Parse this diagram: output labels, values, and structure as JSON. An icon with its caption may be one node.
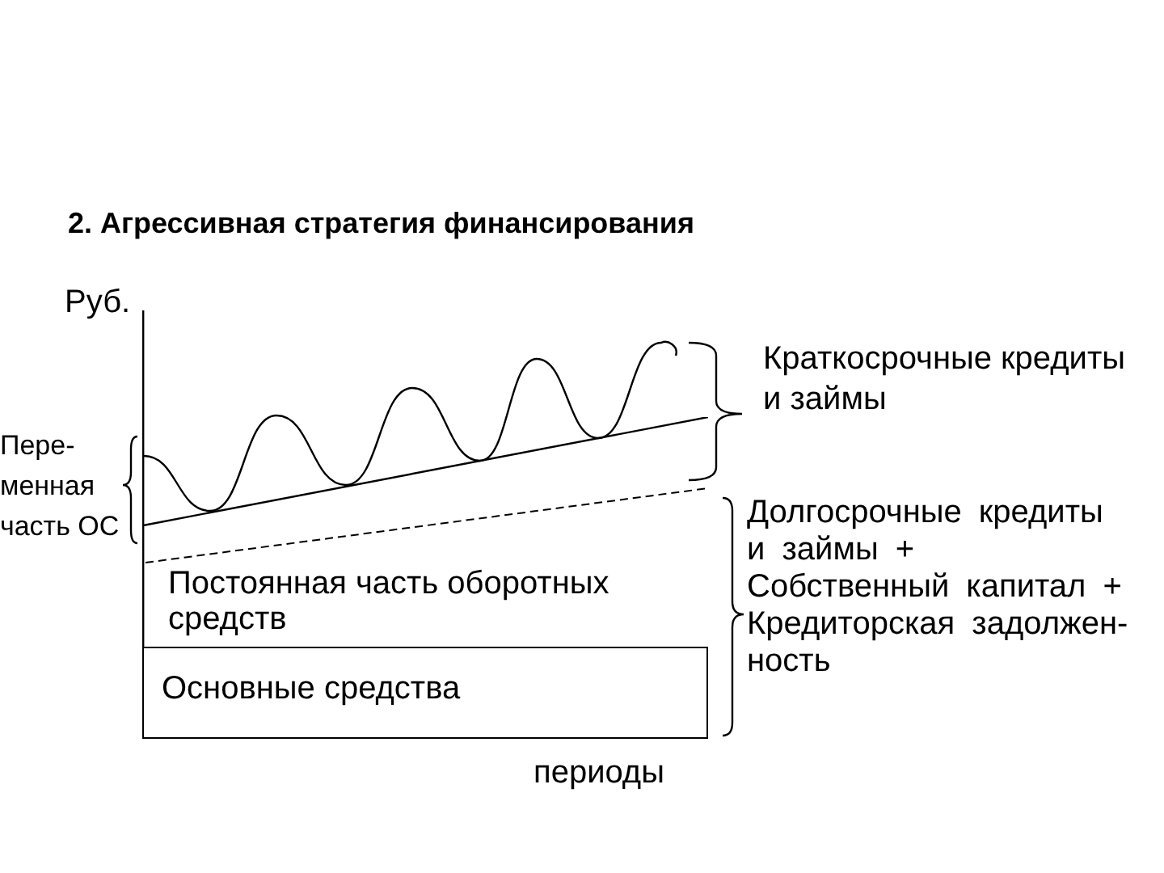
{
  "diagram": {
    "title": "2. Агрессивная стратегия финансирования",
    "nodes": [
      {
        "text": [
          "Постоянная часть оборотных средств"
        ]
      },
      {
        "text": [
          "Основные средства"
        ]
      }
    ],
    "labels": [
      "Руб.",
      "Краткосрочные кредиты и займы",
      "Пере- менная часть ОС",
      "Долгосрочные кредиты и займы + Собственный капитал + Кредиторская задолжен- ность",
      "периоды"
    ]
  }
}
